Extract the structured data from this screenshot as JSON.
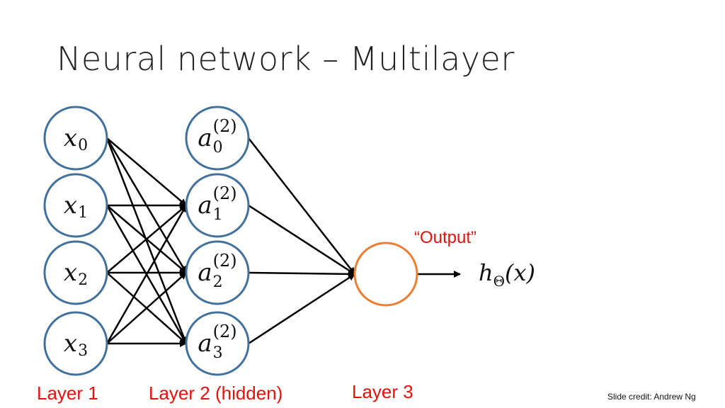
{
  "title": "Neural network – Multilayer",
  "layer1": {
    "label": "Layer 1",
    "nodes": [
      {
        "var": "x",
        "sub": "0"
      },
      {
        "var": "x",
        "sub": "1"
      },
      {
        "var": "x",
        "sub": "2"
      },
      {
        "var": "x",
        "sub": "3"
      }
    ]
  },
  "layer2": {
    "label": "Layer 2 (hidden)",
    "nodes": [
      {
        "var": "a",
        "sup": "(2)",
        "sub": "0"
      },
      {
        "var": "a",
        "sup": "(2)",
        "sub": "1"
      },
      {
        "var": "a",
        "sup": "(2)",
        "sub": "2"
      },
      {
        "var": "a",
        "sup": "(2)",
        "sub": "3"
      }
    ]
  },
  "layer3": {
    "label": "Layer 3",
    "output_tag": "“Output”",
    "output": {
      "h": "h",
      "sub": "Θ",
      "arg": "(x)"
    }
  },
  "credit": "Slide credit: Andrew Ng",
  "colors": {
    "input_node_stroke": "#41719c",
    "hidden_node_stroke": "#41719c",
    "output_node_stroke": "#ed7d31",
    "edge": "#000000",
    "layer_label": "#e3120b"
  }
}
